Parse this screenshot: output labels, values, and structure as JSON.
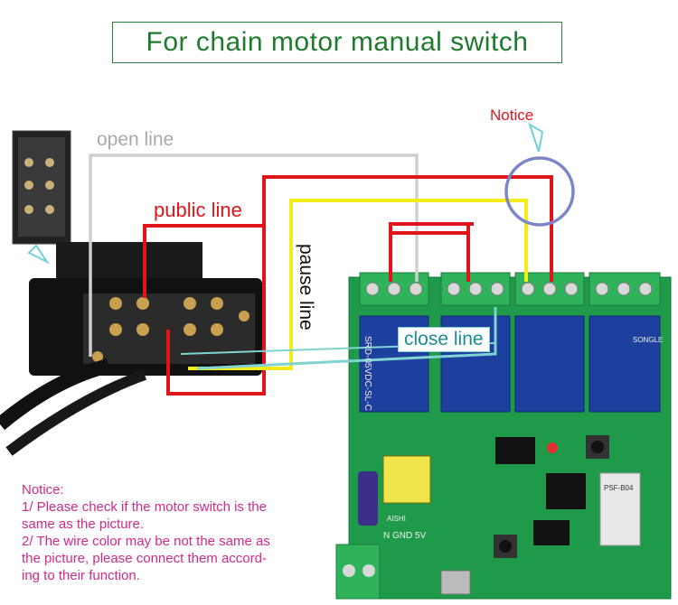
{
  "title": "For chain motor manual switch",
  "labels": {
    "open_line": "open line",
    "public_line": "public line",
    "pause_line": "pause line",
    "close_line": "close line",
    "notice_top": "Notice"
  },
  "notice": {
    "heading": "Notice:",
    "lines": [
      "1/ Please check if the motor switch is the",
      "same as the picture.",
      "2/ The wire color may be not the same as",
      "the picture, please connect them accord-",
      "ing to their function."
    ]
  },
  "board": {
    "relay_marking": "SRD-05VDC-SL-C",
    "brand": "SONGLE",
    "terminal_text": "N GND 5V",
    "module_text": "PSF-B04",
    "cap_text": "AISHI"
  },
  "colors": {
    "title_green": "#1f7a2e",
    "public_red": "#e0141a",
    "pause_yellow": "#f4ec1a",
    "open_gray": "#cfcfcf",
    "close_cyan": "#7fd3d3",
    "notice_pink": "#d02a8a",
    "board_green": "#1f9a4a",
    "relay_blue": "#1d3f9e"
  }
}
